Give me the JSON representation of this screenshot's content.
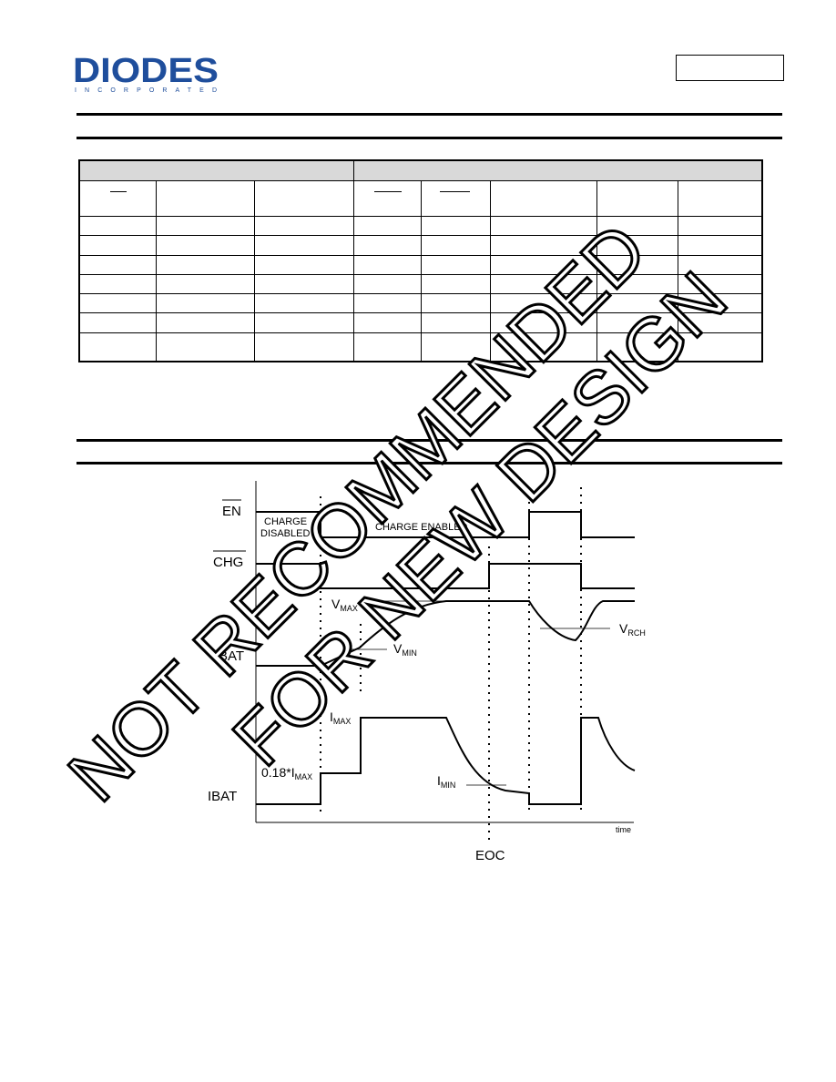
{
  "header": {
    "logo_text": "DIODES",
    "logo_subtext": "INCORPORATED",
    "brand_color": "#1f4e9c",
    "doc_box_text": ""
  },
  "table": {
    "group_headers": [
      "",
      ""
    ],
    "column_headers": [
      "",
      "",
      "",
      "",
      "",
      "",
      "",
      "",
      ""
    ],
    "row_count": 7
  },
  "diagram": {
    "signals": {
      "en": "EN",
      "chg": "CHG",
      "vbat": "VBAT",
      "ibat": "IBAT"
    },
    "labels": {
      "charge_disabled_line1": "CHARGE",
      "charge_disabled_line2": "DISABLED",
      "charge_enabled": "CHARGE ENABLED",
      "vmax_main": "V",
      "vmax_sub": "MAX",
      "vmin_main": "V",
      "vmin_sub": "MIN",
      "vrch_main": "V",
      "vrch_sub": "RCH",
      "imax_main": "I",
      "imax_sub": "MAX",
      "imin_main": "I",
      "imin_sub": "MIN",
      "imax18_main": "0.18*I",
      "imax18_sub": "MAX",
      "time": "time",
      "eoc": "EOC"
    }
  },
  "watermark": {
    "line1": "NOT RECOMMENDED",
    "line2": "FOR NEW DESIGN",
    "color": "#000000"
  }
}
